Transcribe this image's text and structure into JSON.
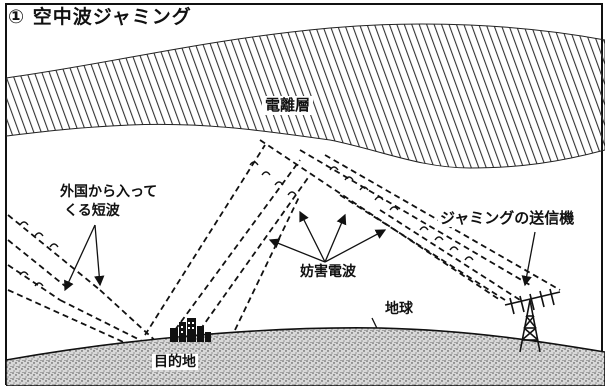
{
  "diagram": {
    "title": "① 空中波ジャミング",
    "ionosphere_label": "電離層",
    "foreign_wave_label_line1": "外国から入って",
    "foreign_wave_label_line2": "くる短波",
    "jamming_label": "ジャミングの送信機",
    "interference_label": "妨害電波",
    "earth_label": "地球",
    "destination_label": "目的地"
  },
  "colors": {
    "ink": "#111111",
    "hatch": "#333333",
    "ground_fill": "#cfcfcf",
    "background": "#ffffff"
  }
}
